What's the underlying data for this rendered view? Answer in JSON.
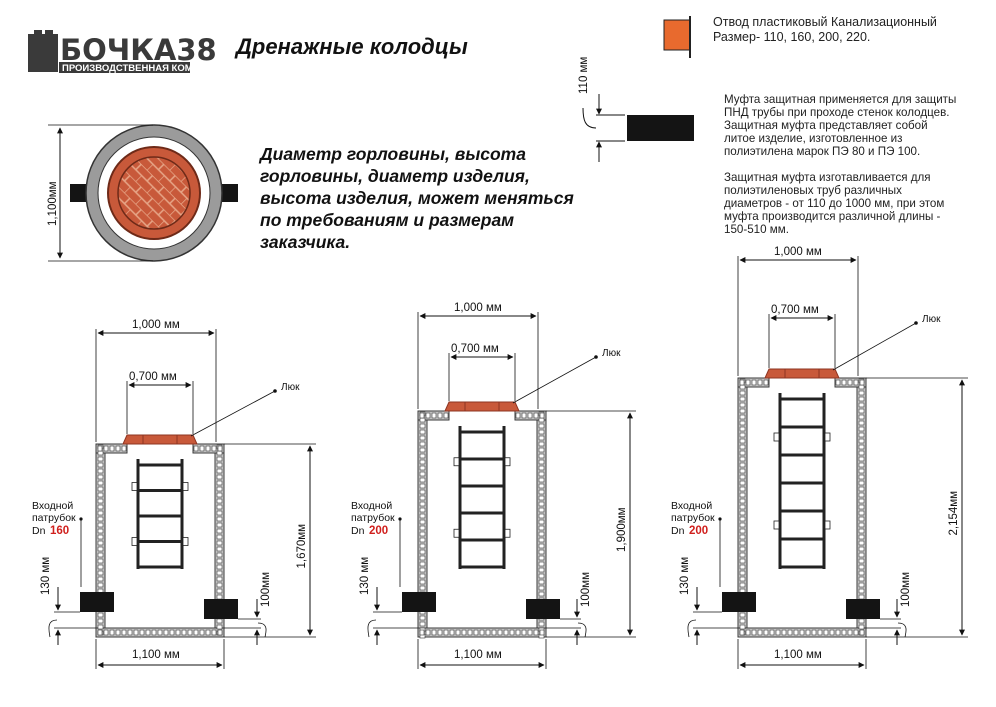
{
  "logo": {
    "name": "БОЧКА38",
    "subtitle": "ПРОИЗВОДСТВЕННАЯ КОМПАНИЯ"
  },
  "title": "Дренажные колодцы",
  "description": [
    "Диаметр горловины, высота",
    "горловины, диаметр изделия,",
    "высота изделия, может меняться",
    "по требованиям и размерам",
    "заказчика."
  ],
  "branch_info": [
    "Отвод пластиковый Канализационный",
    "Размер- 110, 160, 200, 220."
  ],
  "sleeve_note": [
    "Муфта защитная применяется для защиты",
    "ПНД трубы при проходе стенок колодцев.",
    "Защитная муфта представляет собой",
    "литое изделие, изготовленное  из",
    "полиэтилена марок ПЭ 80 и ПЭ 100.",
    "",
    "Защитная муфта изготавливается для",
    "полиэтиленовых труб различных",
    "диаметров - от 110 до 1000 мм, при этом",
    "муфта производится различной длины -",
    "150-510 мм."
  ],
  "sleeve_dim": "110 мм",
  "top_view_dim": "1,100мм",
  "wells": [
    {
      "top_width": "1,000 мм",
      "neck_width": "0,700 мм",
      "hatch": "Люк",
      "inlet_label_1": "Входной",
      "inlet_label_2": "патрубок",
      "dn_prefix": "Dn",
      "dn_value": "160",
      "height": "1,670мм",
      "left_offset": "130 мм",
      "right_offset": "100мм",
      "bottom_width": "1,100 мм"
    },
    {
      "top_width": "1,000 мм",
      "neck_width": "0,700 мм",
      "hatch": "Люк",
      "inlet_label_1": "Входной",
      "inlet_label_2": "патрубок",
      "dn_prefix": "Dn",
      "dn_value": "200",
      "height": "1,900мм",
      "left_offset": "130 мм",
      "right_offset": "100мм",
      "bottom_width": "1,100 мм"
    },
    {
      "top_width": "1,000 мм",
      "neck_width": "0,700 мм",
      "hatch": "Люк",
      "inlet_label_1": "Входной",
      "inlet_label_2": "патрубок",
      "dn_prefix": "Dn",
      "dn_value": "200",
      "height": "2,154мм",
      "left_offset": "130 мм",
      "right_offset": "100мм",
      "bottom_width": "1,100 мм"
    }
  ],
  "colors": {
    "wall": "#ffffff",
    "wall_stroke": "#3a3a3a",
    "wall_fill": "#cccccc",
    "hatch": "#c8593a",
    "hatch_dark": "#8e3522",
    "pipe": "#141414",
    "branch": "#e86a2e",
    "ring_gray": "#9b9b9b",
    "dn_red": "#d0201d"
  }
}
